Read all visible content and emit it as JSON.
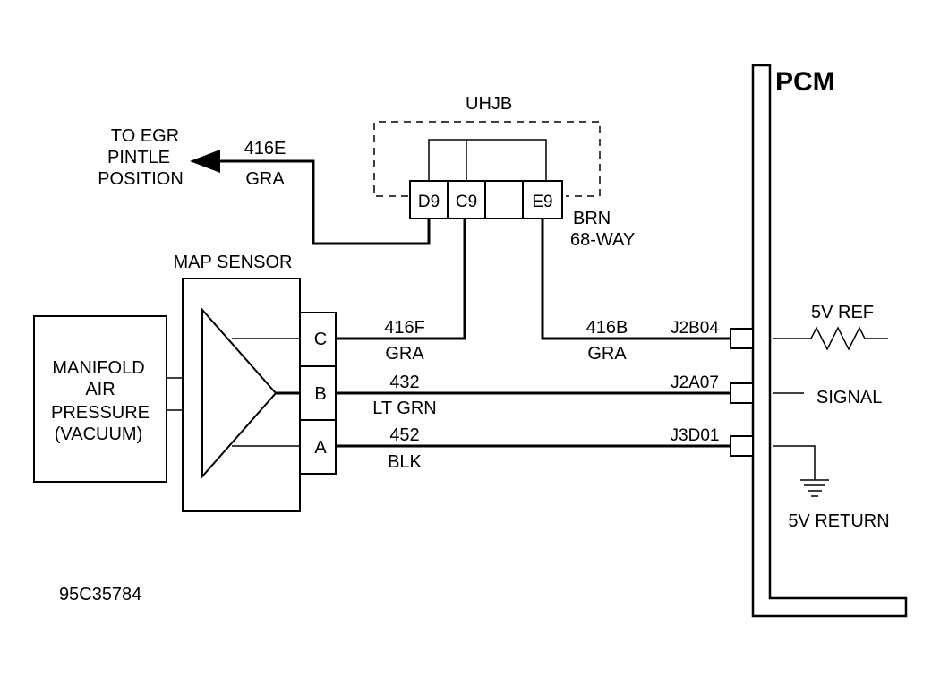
{
  "pcm": {
    "label": "PCM"
  },
  "junction_block": {
    "label": "UHJB",
    "connector_desc_line1": "BRN",
    "connector_desc_line2": "68-WAY",
    "pins": [
      "D9",
      "C9",
      "",
      "E9"
    ]
  },
  "egr": {
    "line1": "TO EGR",
    "line2": "PINTLE",
    "line3": "POSITION",
    "circuit": "416E",
    "color": "GRA"
  },
  "map_sensor": {
    "label": "MAP SENSOR",
    "pins": [
      "C",
      "B",
      "A"
    ]
  },
  "manifold": {
    "line1": "MANIFOLD",
    "line2": "AIR",
    "line3": "PRESSURE",
    "line4": "(VACUUM)"
  },
  "wires": {
    "w416f": {
      "circuit": "416F",
      "color": "GRA"
    },
    "w416b": {
      "circuit": "416B",
      "color": "GRA"
    },
    "w432": {
      "circuit": "432",
      "color": "LT GRN"
    },
    "w452": {
      "circuit": "452",
      "color": "BLK"
    }
  },
  "pcm_pins": {
    "ref": {
      "terminal": "J2B04",
      "function": "5V REF"
    },
    "signal": {
      "terminal": "J2A07",
      "function": "SIGNAL"
    },
    "return": {
      "terminal": "J3D01",
      "function": "5V RETURN"
    }
  },
  "figure_id": "95C35784"
}
